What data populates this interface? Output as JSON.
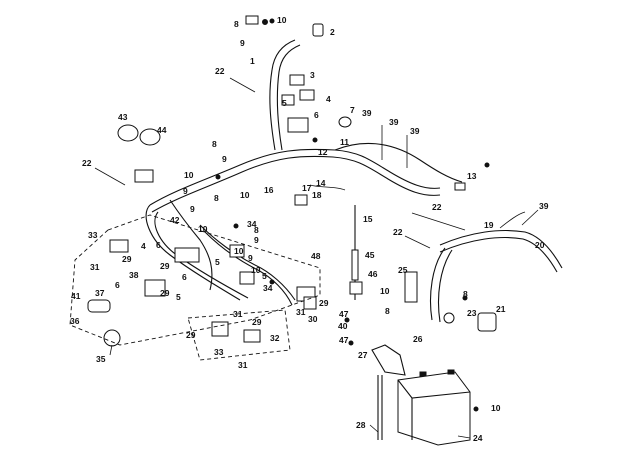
{
  "diagram": {
    "callouts": [
      "1",
      "2",
      "3",
      "4",
      "5",
      "6",
      "7",
      "8",
      "9",
      "10",
      "11",
      "12",
      "13",
      "14",
      "15",
      "16",
      "17",
      "18",
      "19",
      "20",
      "21",
      "22",
      "23",
      "24",
      "25",
      "26",
      "27",
      "28",
      "29",
      "30",
      "31",
      "32",
      "33",
      "34",
      "35",
      "36",
      "37",
      "38",
      "39",
      "40",
      "41",
      "42",
      "43",
      "44",
      "45",
      "46",
      "47",
      "48"
    ]
  }
}
